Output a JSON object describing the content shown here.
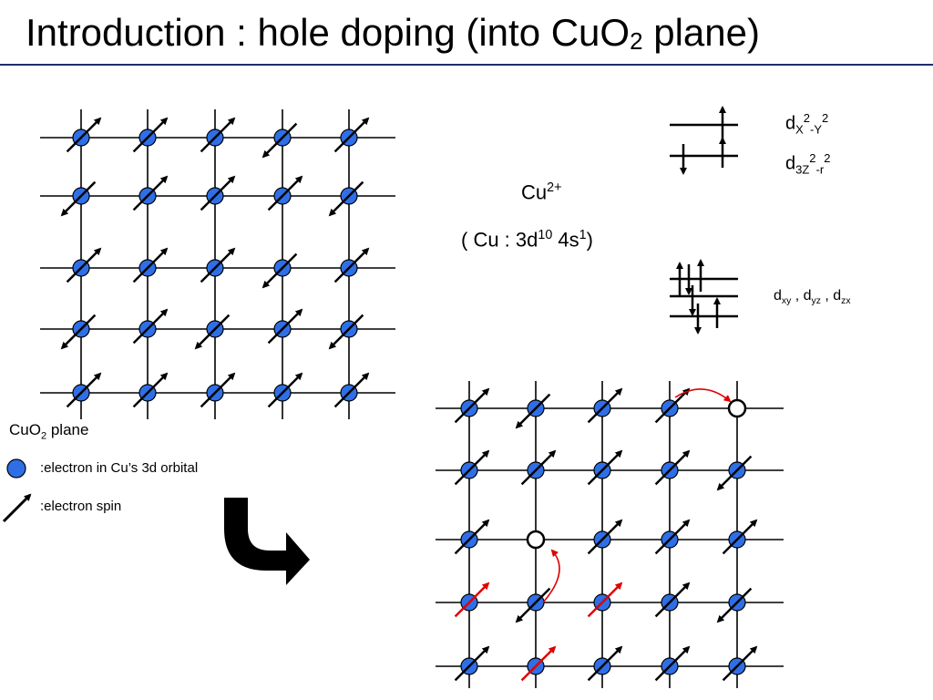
{
  "slide": {
    "title_main": "Introduction :  hole doping (into CuO",
    "title_sub": "2",
    "title_end": " plane)"
  },
  "ion": {
    "base": "Cu",
    "sup": "2+"
  },
  "config": {
    "open": "( Cu : 3d",
    "d_exp": "10",
    "mid": " 4s",
    "s_exp": "1",
    "close": ")"
  },
  "orbitals": {
    "x2y2": {
      "d": "d",
      "sub1": "X",
      "sup1": "2",
      "dash": "-",
      "sub2": "Y",
      "sup2": "2"
    },
    "z2": {
      "d": "d",
      "sub1": "3Z",
      "sup1": "2",
      "dash": "-",
      "sub2": "r",
      "sup2": "2"
    },
    "t2g": {
      "d1": "d",
      "s1": "xy",
      "sep1": "  , d",
      "s2": "yz",
      "sep2": " , d",
      "s3": "zx"
    }
  },
  "legend": {
    "plane_a": "CuO",
    "plane_sub": "2",
    "plane_b": " plane",
    "electron": ":electron in Cu’s 3d orbital",
    "spin": ":electron spin"
  },
  "colors": {
    "electron": "#2f6fe6",
    "spin_arrow": "#000000",
    "doped_spin_arrow": "#e00000",
    "hole_hop_arrow": "#e00000",
    "hole": "#ffffff",
    "title_rule": "#1f2d6b"
  },
  "lattice_left": {
    "spins": [
      [
        "up",
        "up",
        "up",
        "down",
        "up"
      ],
      [
        "down",
        "up",
        "up",
        "up",
        "down"
      ],
      [
        "up",
        "up",
        "up",
        "down",
        "up"
      ],
      [
        "down",
        "up",
        "down",
        "up",
        "down"
      ],
      [
        "up",
        "up",
        "up",
        "up",
        "up"
      ]
    ]
  },
  "lattice_right": {
    "spins": [
      [
        "up",
        "down",
        "up",
        "up",
        "hole"
      ],
      [
        "up",
        "up",
        "up",
        "up",
        "down"
      ],
      [
        "up",
        "hole",
        "up",
        "up",
        "up"
      ],
      [
        "red-up",
        "down",
        "red-up",
        "up",
        "down"
      ],
      [
        "up",
        "red-up",
        "up",
        "up",
        "up"
      ]
    ],
    "hops": [
      {
        "from": [
          0,
          3
        ],
        "to": [
          0,
          4
        ]
      },
      {
        "from": [
          3,
          1
        ],
        "to": [
          2,
          1
        ]
      }
    ]
  },
  "icons": [
    "electron-icon",
    "spin-arrow-icon",
    "down-right-curved-arrow-icon"
  ]
}
